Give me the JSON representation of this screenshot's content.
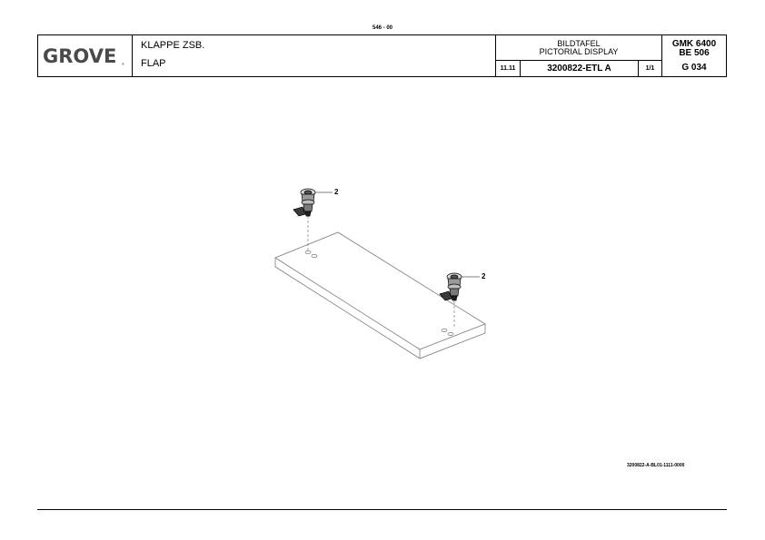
{
  "page_number": "546 - 00",
  "title_block": {
    "logo": "GROVE",
    "logo_mark": "®",
    "description_de": "KLAPPE ZSB.",
    "description_en": "FLAP",
    "pictorial_de": "BILDTAFEL",
    "pictorial_en": "PICTORIAL DISPLAY",
    "date": "11.11",
    "part_number": "3200822-ETL A",
    "sheet": "1/1",
    "model": "GMK 6400",
    "model_sub": "BE 506",
    "group": "G 034"
  },
  "drawing": {
    "callouts": [
      "2",
      "2"
    ],
    "reference": "3200822-A-BL01-1111-0000"
  }
}
